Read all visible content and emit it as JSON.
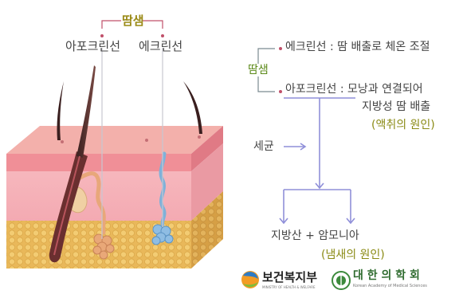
{
  "left": {
    "sweat_label": "땀샘",
    "apocrine_label": "아포크린선",
    "eccrine_label": "에크린선"
  },
  "right": {
    "sweat_label": "땀샘",
    "eccrine_desc": "에크린선 : 땀 배출로 체온 조절",
    "apocrine_desc_line1": "아포크린선 : 모낭과 연결되어",
    "apocrine_desc_line2": "지방성 땀 배출",
    "cause_odor": "(액취의 원인)",
    "bacteria_label": "세균",
    "products": "지방산 + 암모니아",
    "cause_smell": "(냄새의 원인)"
  },
  "logos": {
    "mohw_name": "보건복지부",
    "mohw_sub": "MINISTRY OF HEALTH & WELFARE",
    "kams_name": "대 한 의 학 회",
    "kams_sub": "Korean Academy of Medical Sciences"
  },
  "colors": {
    "arrow": "#8f8fd9",
    "bracket_left": "#c0506a",
    "bracket_right": "#7a8a90",
    "label_green": "#6b7a16"
  }
}
